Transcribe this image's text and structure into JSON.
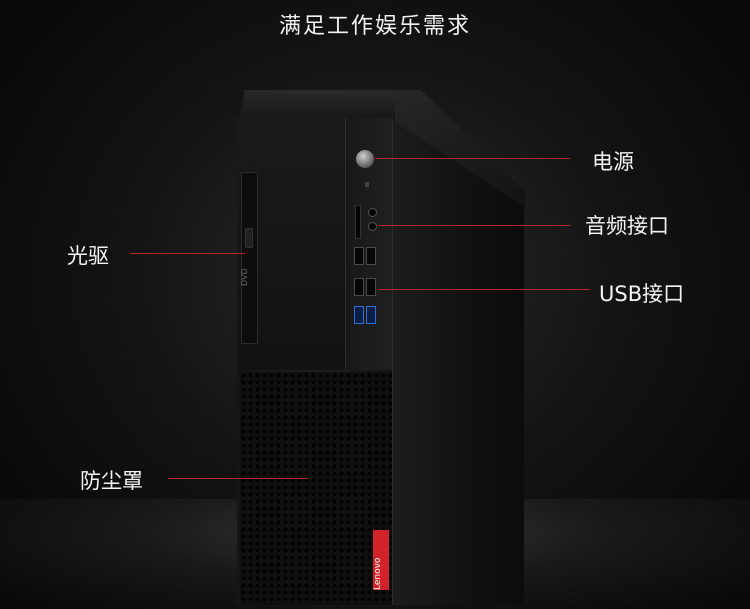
{
  "title": "满足工作娱乐需求",
  "labels": {
    "power": "电源",
    "audio": "音频接口",
    "usb": "USB接口",
    "optical": "光驱",
    "dust": "防尘罩"
  },
  "device": {
    "brand": "Lenovo",
    "odd_logo": "DVD"
  },
  "colors": {
    "accent_line": "#b3262c",
    "brand_red": "#d2232a"
  }
}
